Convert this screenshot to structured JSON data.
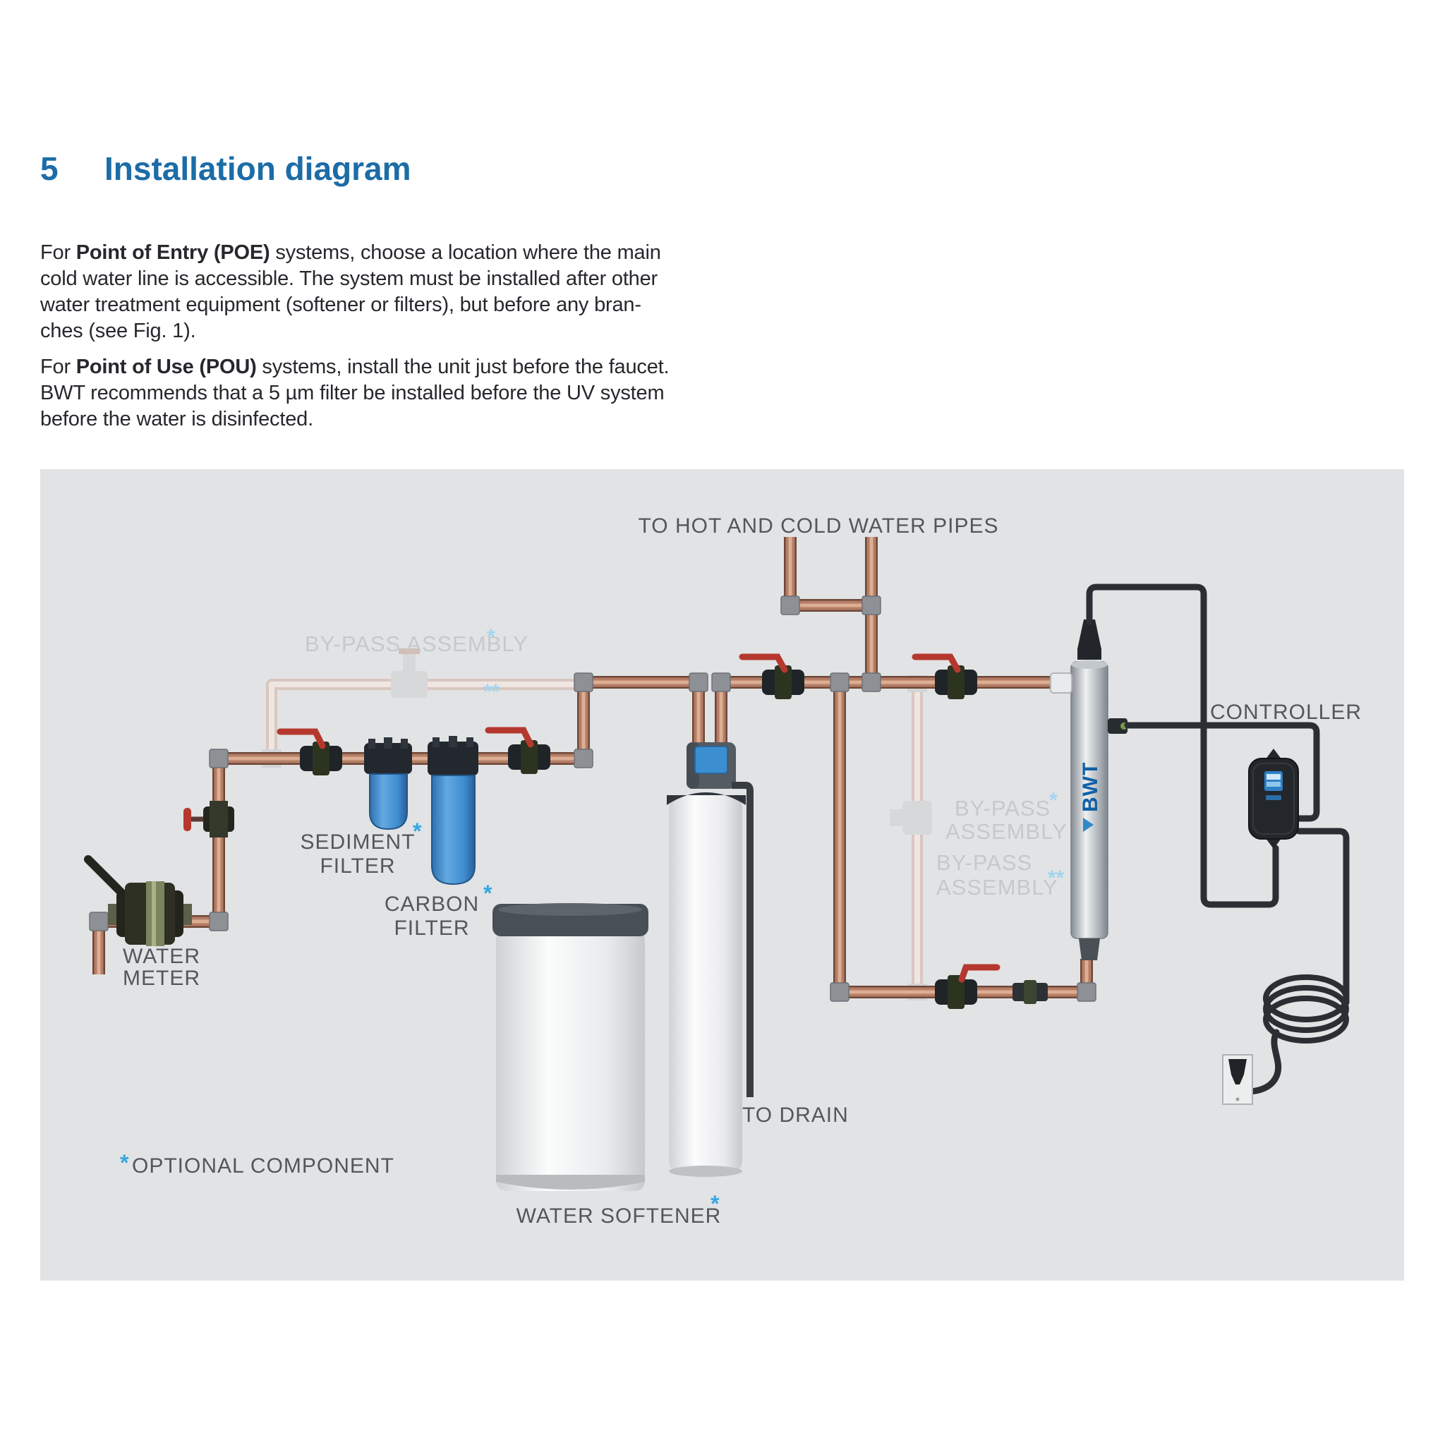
{
  "page": {
    "heading": {
      "number": "5",
      "title": "Installation diagram"
    },
    "para1": {
      "l1_pre": "For ",
      "l1_bold": "Point of Entry (POE)",
      "l1_post": " systems, choose a location where the main",
      "l2": "cold water line is accessible. The system must be installed after other",
      "l3": "water treatment equipment (softener or filters), but before any bran-",
      "l4": "ches (see Fig. 1)."
    },
    "para2": {
      "l1_pre": "For ",
      "l1_bold": "Point of Use (POU)",
      "l1_post": " systems, install the unit just before the faucet.",
      "l2": "BWT recommends that a 5 µm filter be installed before the UV system",
      "l3": "before the water is disinfected."
    }
  },
  "diagram": {
    "labels": {
      "to_hot_cold": "TO HOT AND COLD WATER PIPES",
      "bypass_assembly": "BY-PASS ASSEMBLY",
      "bypass": "BY-PASS",
      "assembly": "ASSEMBLY",
      "sediment": "SEDIMENT",
      "carbon": "CARBON",
      "filter": "FILTER",
      "water": "WATER",
      "meter": "METER",
      "controller": "CONTROLLER",
      "to_drain": "TO DRAIN",
      "optional": "OPTIONAL COMPONENT",
      "water_softener": "WATER SOFTENER",
      "star": "*",
      "double_star": "**",
      "bwt": "BWT"
    },
    "colors": {
      "heading_blue": "#1c6ca7",
      "accent_blue": "#35a7e0",
      "diagram_bg": "#e2e3e5",
      "label_gray": "#53575c",
      "faint_label_gray": "#c6c9cc",
      "copper": "#b57d66",
      "cable_black": "#2b2f33",
      "filter_blue": "#4795d8",
      "bwt_blue": "#1060a5"
    }
  }
}
